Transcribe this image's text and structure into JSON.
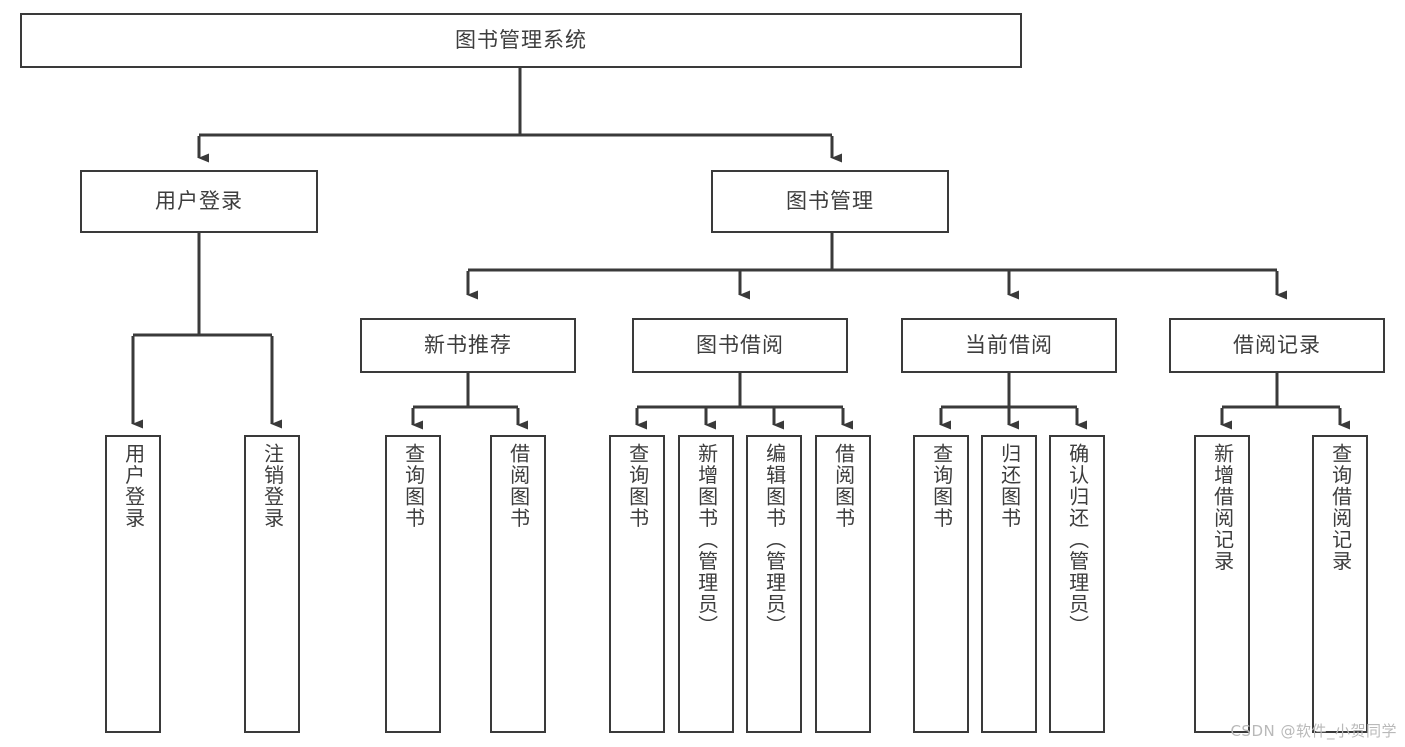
{
  "diagram": {
    "title": "图书管理系统",
    "type": "tree-hierarchy-diagram",
    "watermark": "CSDN @软件_小贺同学",
    "colors": {
      "background": "#ffffff",
      "box_border": "#3a3a3a",
      "box_fill": "#ffffff",
      "text": "#3d3d3d",
      "connector": "#3a3a3a",
      "watermark": "#b9b9b9"
    },
    "root": {
      "label": "图书管理系统"
    },
    "level1": [
      {
        "label": "用户登录"
      },
      {
        "label": "图书管理"
      }
    ],
    "level2": [
      {
        "label": "新书推荐"
      },
      {
        "label": "图书借阅"
      },
      {
        "label": "当前借阅"
      },
      {
        "label": "借阅记录"
      }
    ],
    "leaves": {
      "user_login": [
        {
          "label": "用户登录"
        },
        {
          "label": "注销登录"
        }
      ],
      "new_book_recommend": [
        {
          "label": "查询图书"
        },
        {
          "label": "借阅图书"
        }
      ],
      "book_borrow": [
        {
          "label": "查询图书"
        },
        {
          "label": "新增图书（管理员）"
        },
        {
          "label": "编辑图书（管理员）"
        },
        {
          "label": "借阅图书"
        }
      ],
      "current_borrow": [
        {
          "label": "查询图书"
        },
        {
          "label": "归还图书"
        },
        {
          "label": "确认归还（管理员）"
        }
      ],
      "borrow_record": [
        {
          "label": "新增借阅记录"
        },
        {
          "label": "查询借阅记录"
        }
      ]
    }
  }
}
